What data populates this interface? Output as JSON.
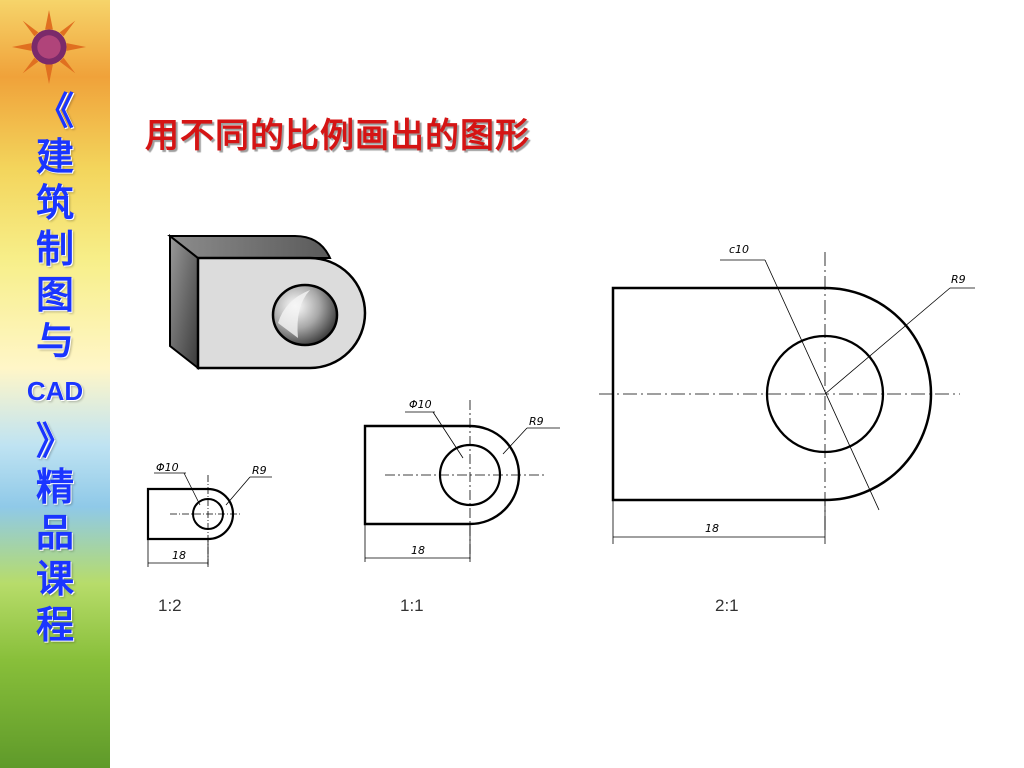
{
  "sidebar": {
    "title_chars": [
      "《",
      "建",
      "筑",
      "制",
      "图",
      "与",
      "CAD",
      "》",
      "精",
      "品",
      "课",
      "程"
    ]
  },
  "slide": {
    "title": "用不同的比例画出的图形"
  },
  "drawings": {
    "small": {
      "scale": "1:2",
      "dia_label": "Φ10",
      "radius_label": "R9",
      "length_label": "18"
    },
    "medium": {
      "scale": "1:1",
      "dia_label": "Φ10",
      "radius_label": "R9",
      "length_label": "18"
    },
    "large": {
      "scale": "2:1",
      "dia_label": "c10",
      "radius_label": "R9",
      "length_label": "18"
    }
  }
}
